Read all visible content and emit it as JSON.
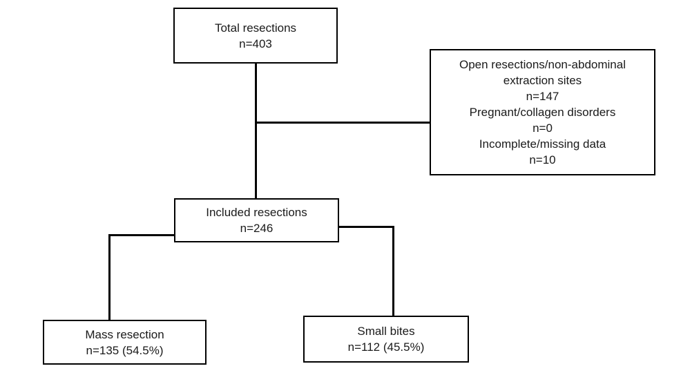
{
  "flowchart": {
    "total": {
      "label": "Total resections",
      "count": "n=403"
    },
    "excluded": {
      "line1": "Open resections/non-abdominal",
      "line2": "extraction sites",
      "count1": "n=147",
      "line3": "Pregnant/collagen disorders",
      "count2": "n=0",
      "line4": "Incomplete/missing data",
      "count3": "n=10"
    },
    "included": {
      "label": "Included resections",
      "count": "n=246"
    },
    "mass": {
      "label": "Mass resection",
      "count": "n=135 (54.5%)"
    },
    "small": {
      "label": "Small bites",
      "count": "n=112 (45.5%)"
    }
  }
}
